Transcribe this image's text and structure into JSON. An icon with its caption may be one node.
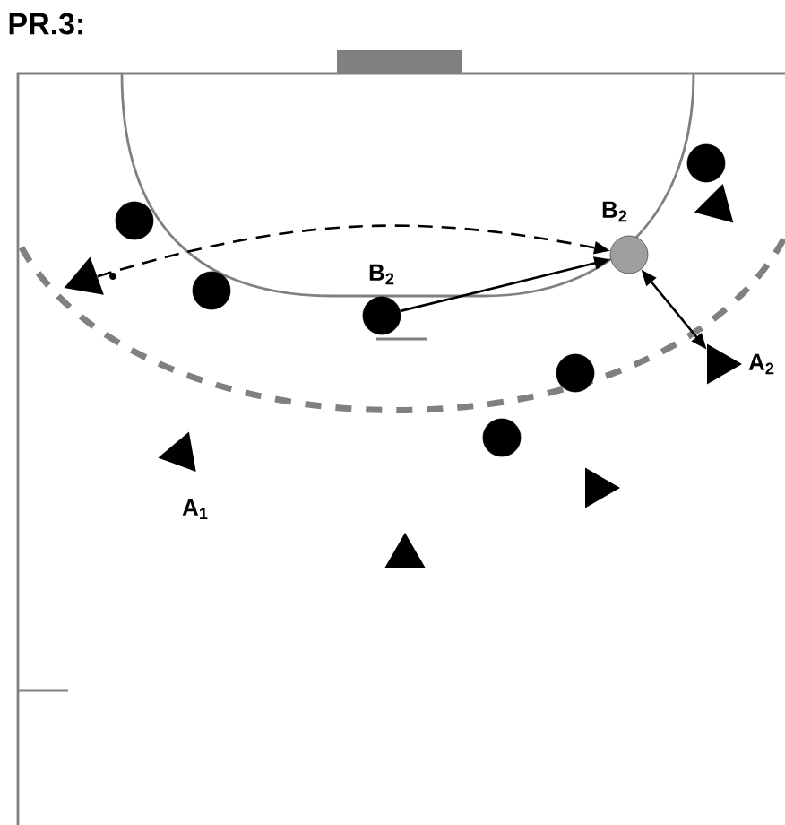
{
  "diagram": {
    "title": "PR.3:",
    "nodes": [
      {
        "text": [],
        "shape": "circle"
      },
      {
        "text": [],
        "shape": "triangle"
      },
      {
        "text": [],
        "shape": "circle"
      },
      {
        "text": [],
        "shape": "circle",
        "beside": [
          "B$_{2}$"
        ]
      },
      {
        "text": [],
        "shape": "triangle"
      },
      {
        "text": [],
        "shape": "circle"
      },
      {
        "text": [],
        "shape": "circle",
        "beside": [
          "B$_{2}$"
        ]
      },
      {
        "text": [],
        "shape": "triangle",
        "beside": [
          "A$_{2}$"
        ]
      },
      {
        "text": [],
        "shape": "circle"
      },
      {
        "text": [],
        "shape": "circle"
      },
      {
        "text": [],
        "shape": "triangle",
        "beside": [
          "A$_{1}$"
        ]
      },
      {
        "text": [],
        "shape": "triangle"
      },
      {
        "text": [],
        "shape": "triangle"
      }
    ],
    "edges": [
      {
        "from": 6,
        "to": 3,
        "arrow": "to"
      },
      {
        "from": 4,
        "to": 3,
        "arrow": "to",
        "style": "dashed"
      },
      {
        "from": 3,
        "to": 7,
        "arrow": "both"
      }
    ]
  }
}
